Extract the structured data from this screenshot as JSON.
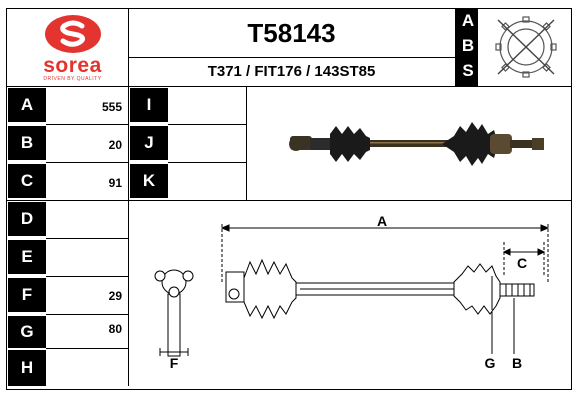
{
  "brand": {
    "name": "sorea",
    "tagline": "DRIVEN BY QUALITY",
    "logo_color": "#e3342f"
  },
  "header": {
    "part_number": "T58143",
    "cross_refs": "T371 / FIT176 / 143ST85",
    "abs_letters": [
      "A",
      "B",
      "S"
    ]
  },
  "specs_left": [
    {
      "letter": "A",
      "value": "555"
    },
    {
      "letter": "B",
      "value": "20"
    },
    {
      "letter": "C",
      "value": "91"
    },
    {
      "letter": "D",
      "value": ""
    },
    {
      "letter": "E",
      "value": ""
    },
    {
      "letter": "F",
      "value": "29"
    },
    {
      "letter": "G",
      "value": "80"
    },
    {
      "letter": "H",
      "value": ""
    }
  ],
  "specs_right": [
    {
      "letter": "I",
      "value": ""
    },
    {
      "letter": "J",
      "value": ""
    },
    {
      "letter": "K",
      "value": ""
    }
  ],
  "diagram_labels": {
    "overall_length": "A",
    "end_length": "C",
    "spline_diameter": "B",
    "ring_diameter": "G",
    "tripod_length": "F"
  }
}
